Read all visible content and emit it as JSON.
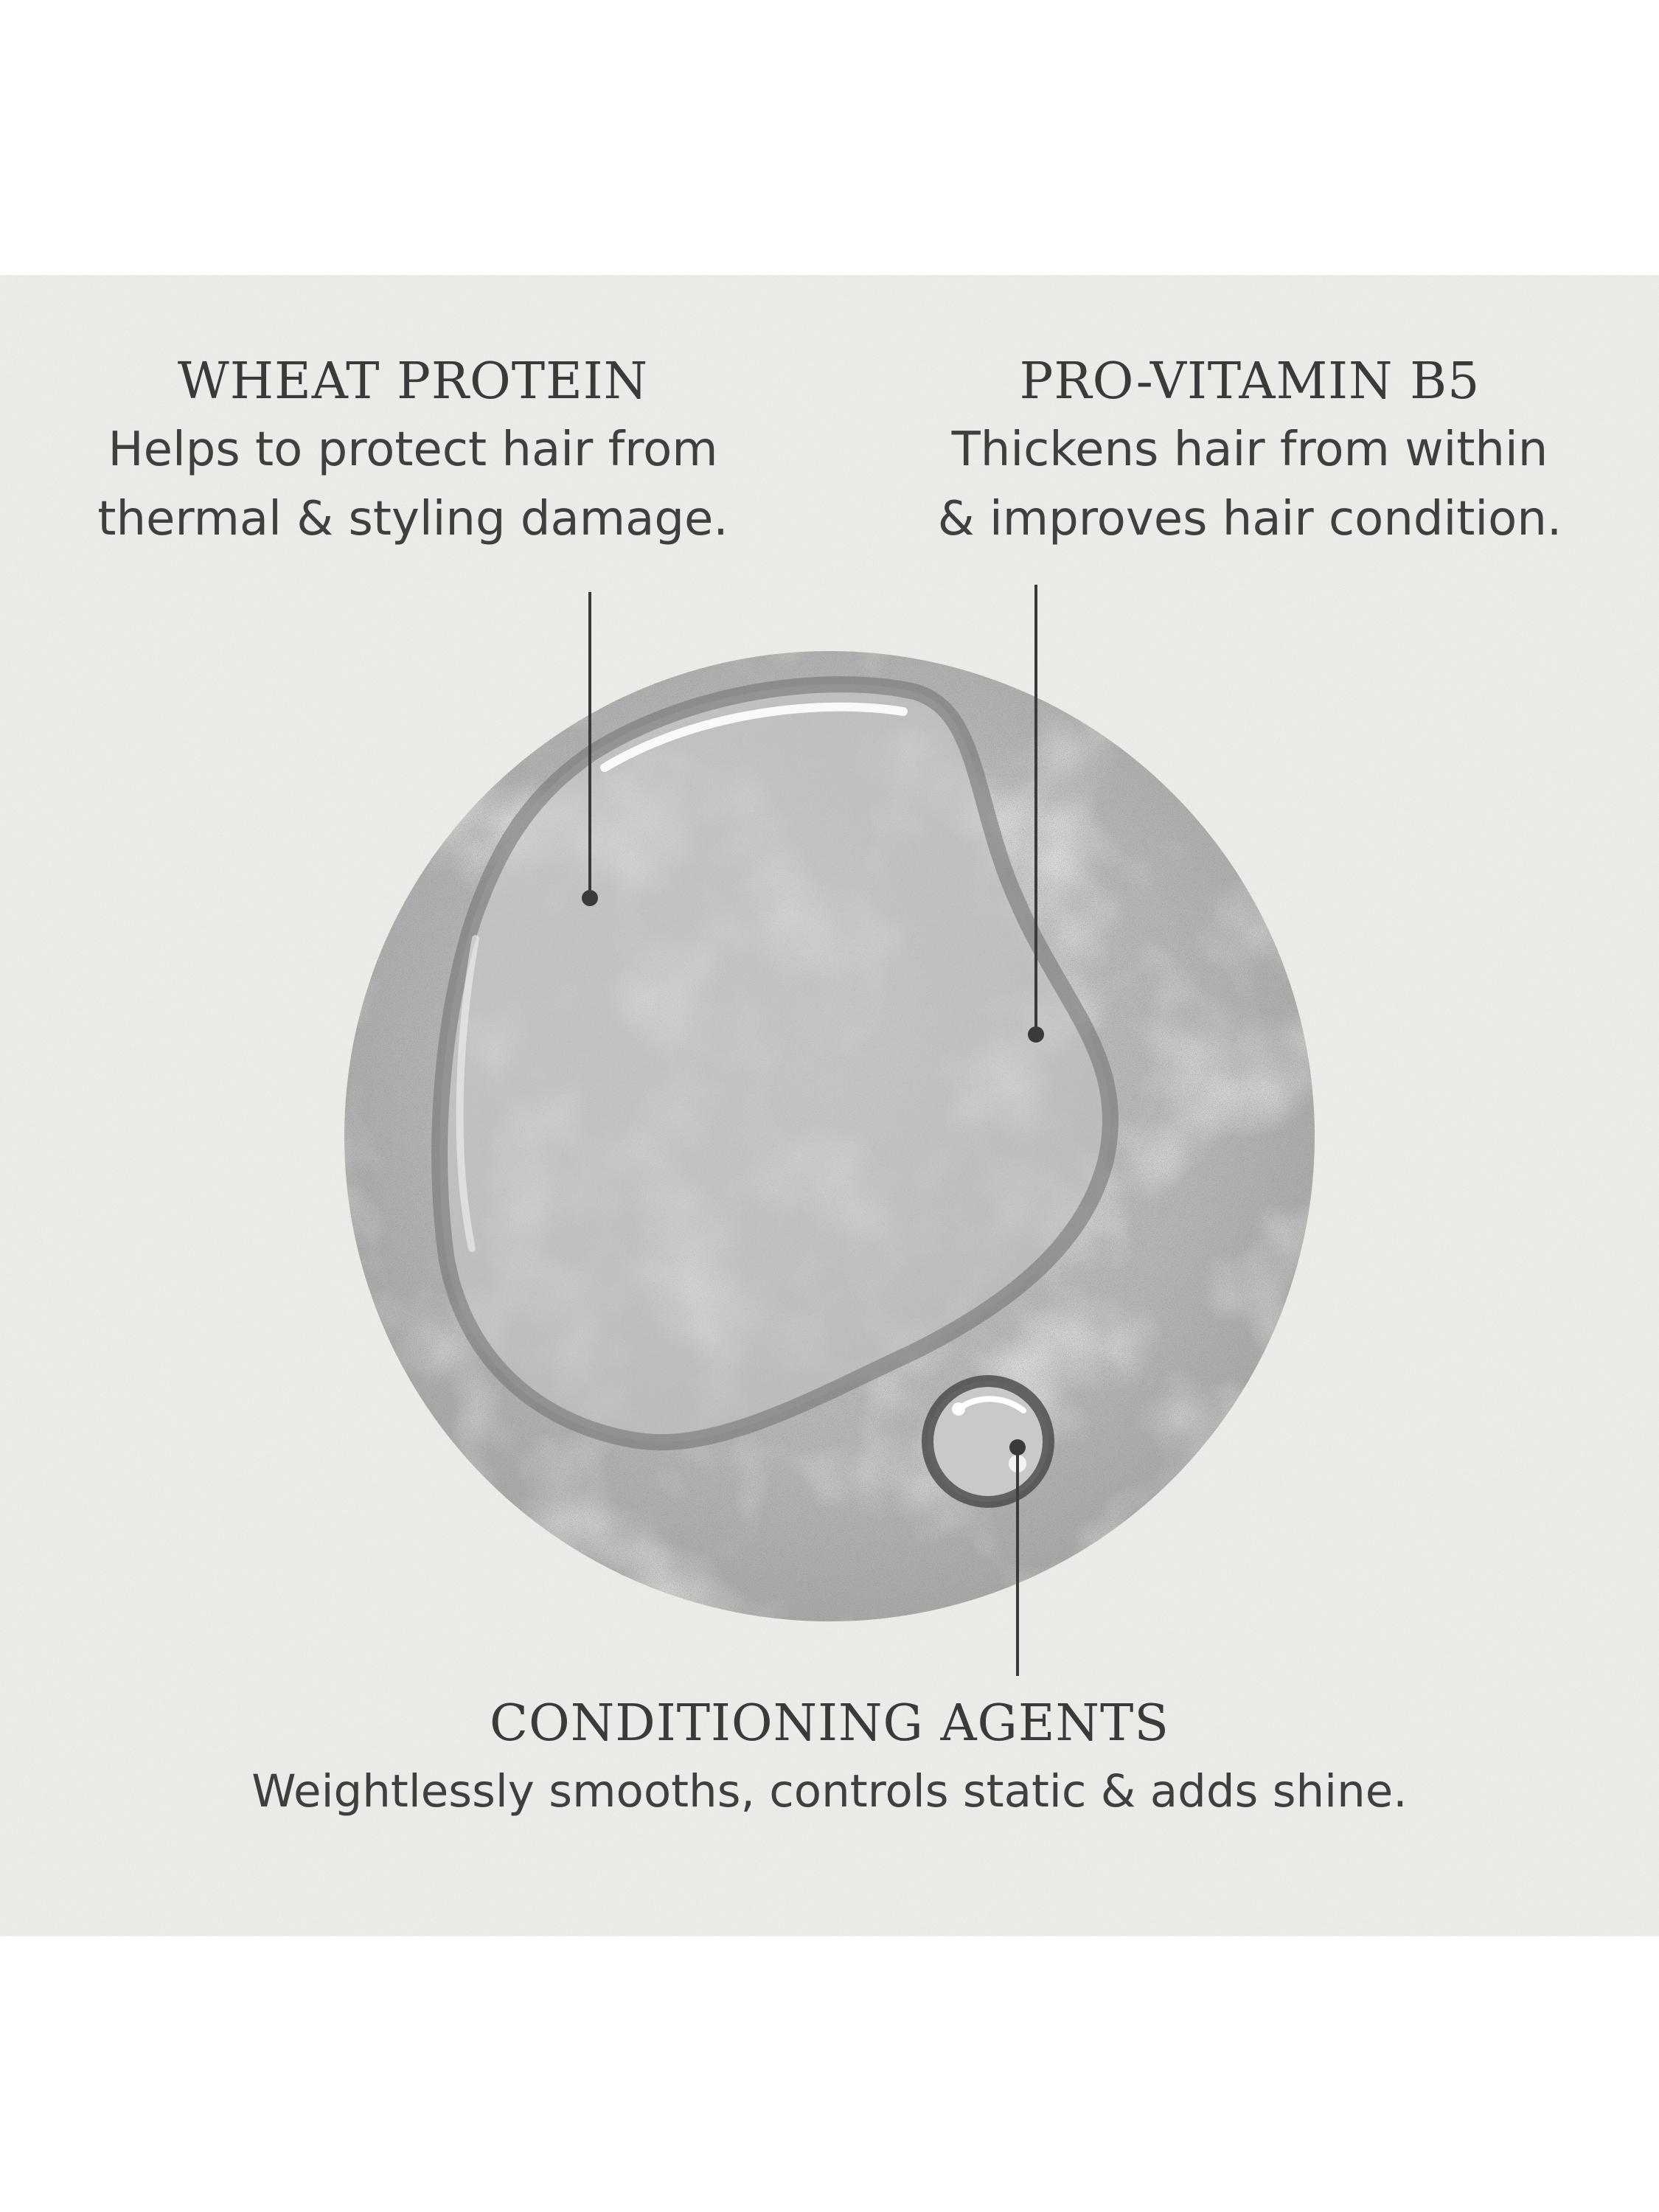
{
  "callouts": {
    "wheat_protein": {
      "heading": "WHEAT PROTEIN",
      "line1": "Helps to protect hair from",
      "line2": "thermal & styling damage."
    },
    "pro_vitamin_b5": {
      "heading": "PRO-VITAMIN B5",
      "line1": "Thickens hair from within",
      "line2": "& improves hair condition."
    },
    "conditioning_agents": {
      "heading": "CONDITIONING AGENTS",
      "line1": "Weightlessly smooths, controls static & adds shine."
    }
  },
  "colors": {
    "background": "#ffffff",
    "panel": "#efedea",
    "swatch": "#b9b9b9",
    "text": "#3b3b3b",
    "leader_line": "#3a3a3a"
  }
}
